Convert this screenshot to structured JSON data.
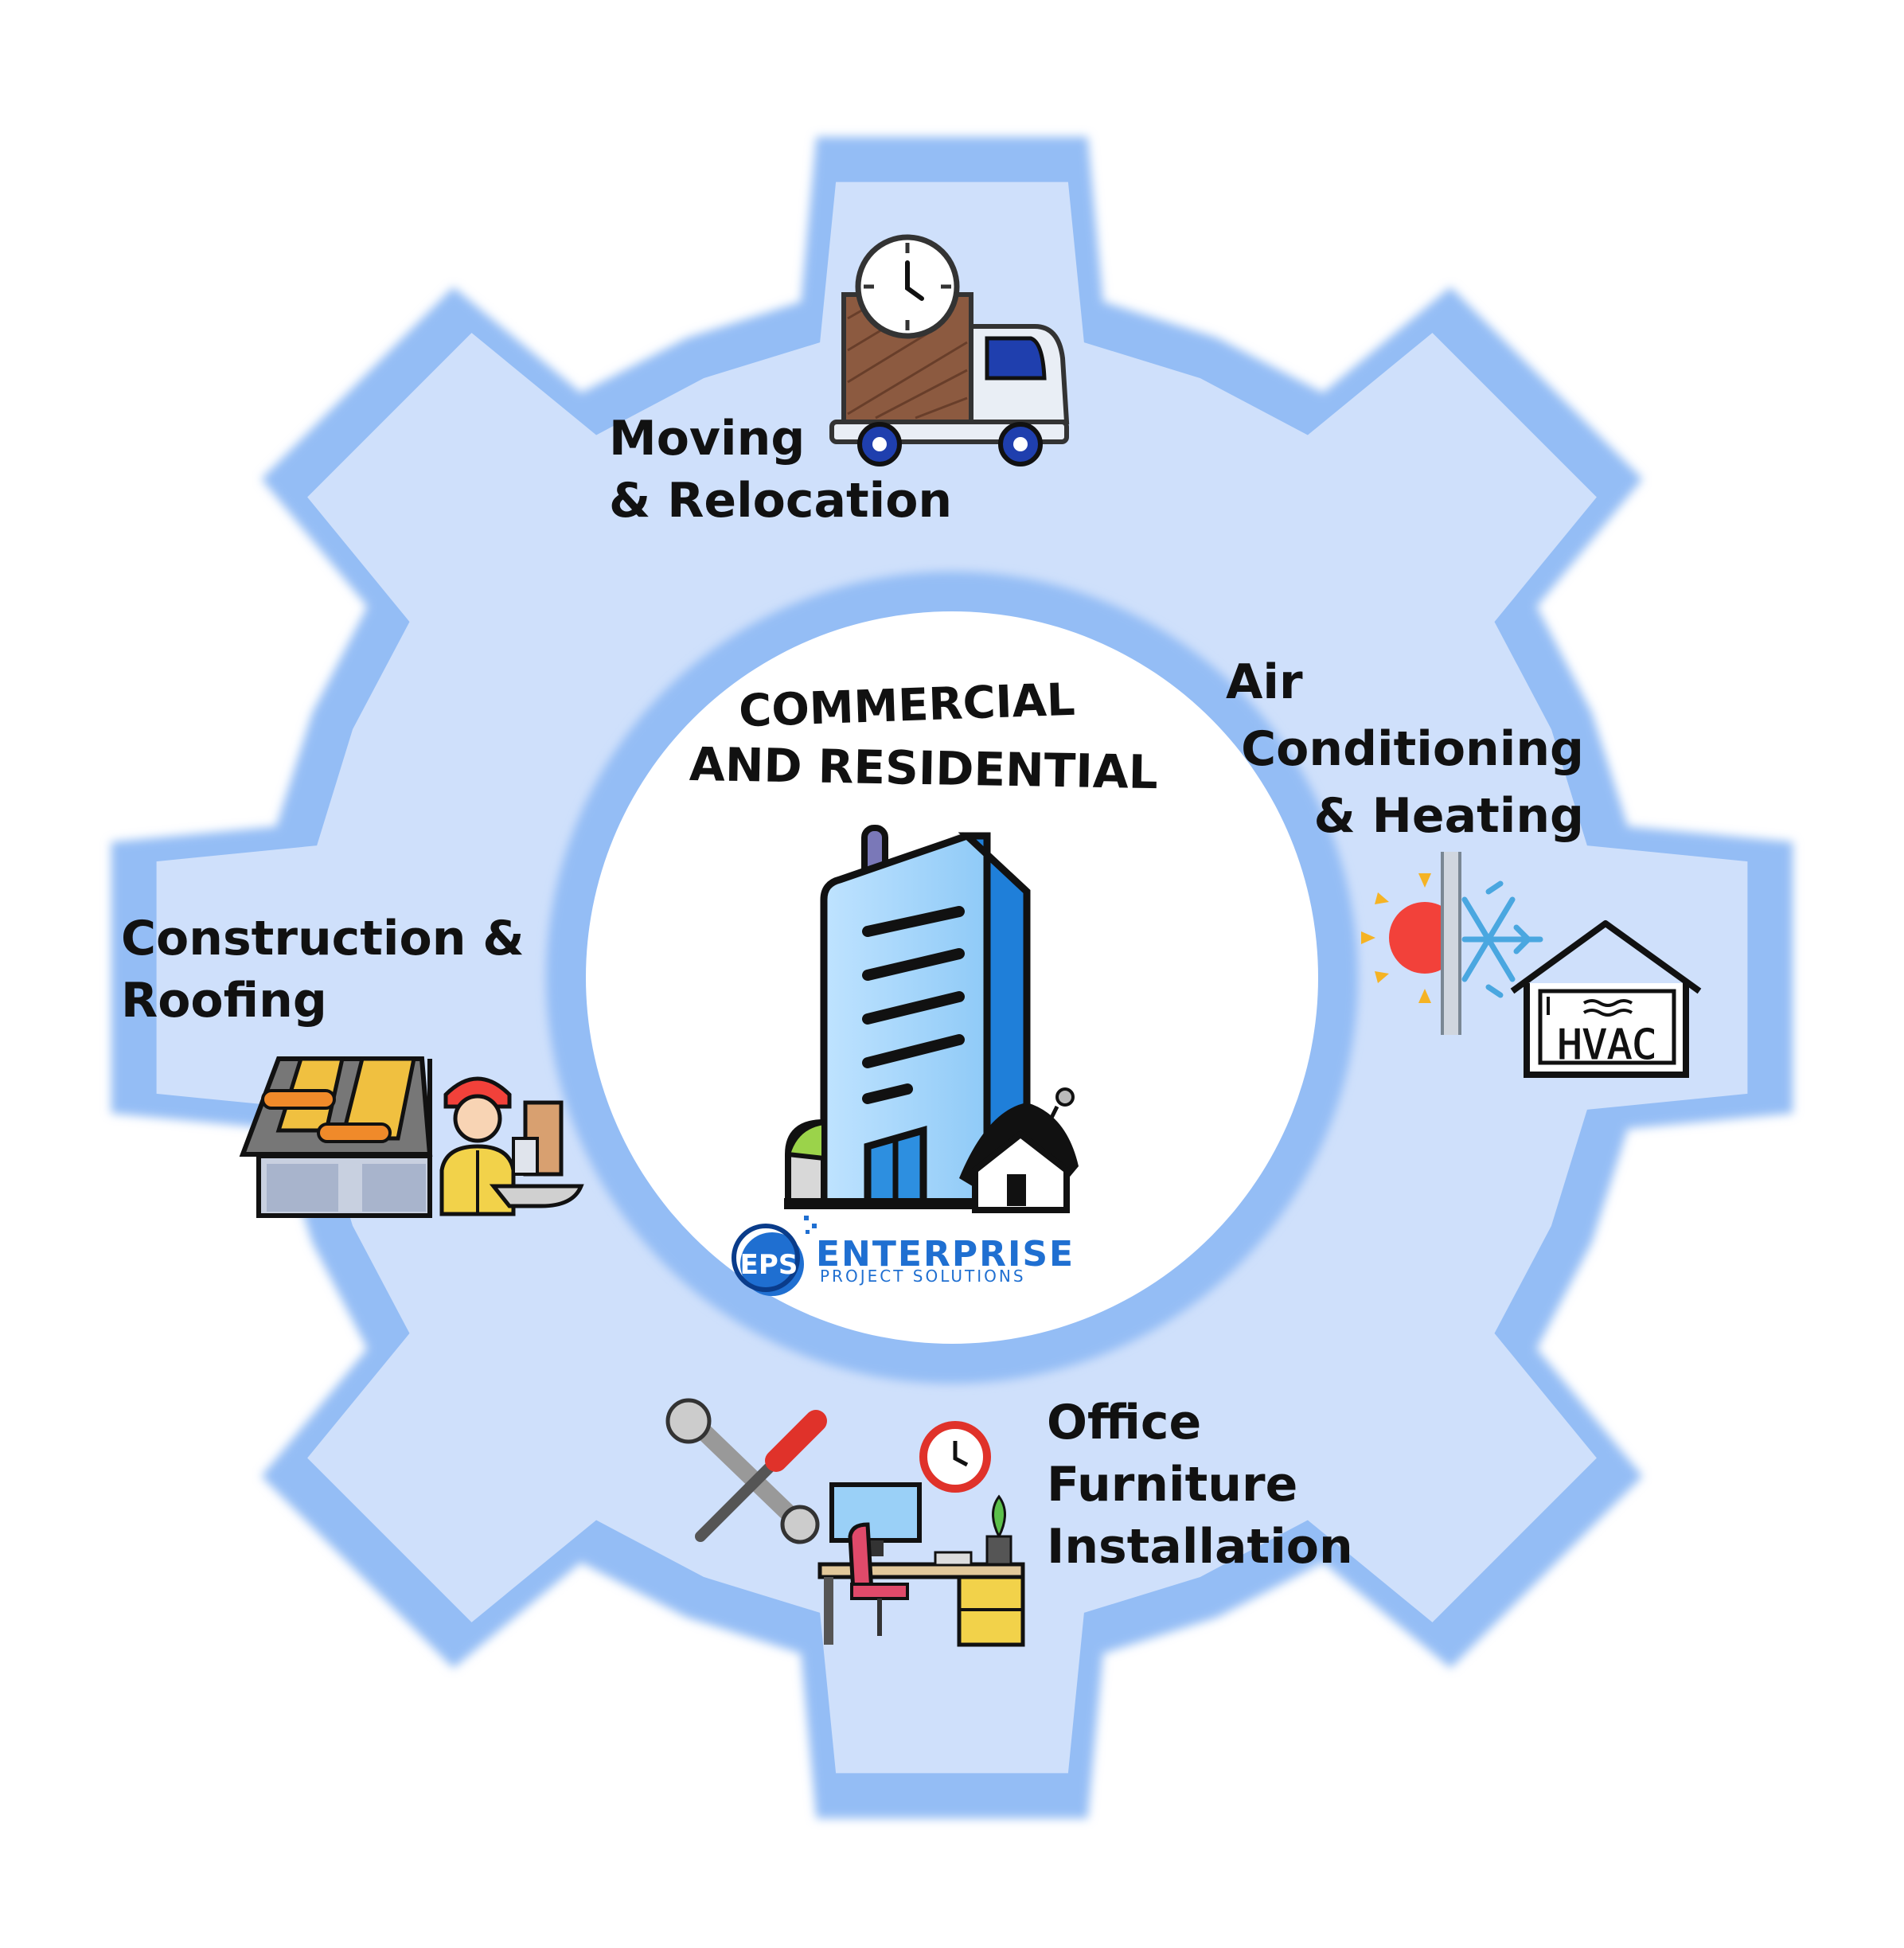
{
  "center": {
    "title_line1": "COMMERCIAL",
    "title_line2": "AND RESIDENTIAL",
    "logo_mark": "EPS",
    "logo_name": "ENTERPRISE",
    "logo_tagline": "PROJECT SOLUTIONS"
  },
  "services": [
    {
      "line1": "Moving",
      "line2": "& Relocation",
      "icon": "moving-truck-clock-icon"
    },
    {
      "line1": "Air",
      "line2": "Conditioning",
      "line3": "& Heating",
      "icon": "hvac-sun-snowflake-icon",
      "icon_text": "HVAC"
    },
    {
      "line1": "Construction &",
      "line2": "Roofing",
      "icon": "construction-roofing-worker-icon"
    },
    {
      "line1": "Office",
      "line2": "Furniture",
      "line3": "Installation",
      "icon": "office-desk-tools-icon"
    }
  ],
  "colors": {
    "gear_fill": "#cfe0fb",
    "gear_outline": "#94bdf5",
    "center": "#ffffff",
    "logo_blue": "#1f6fd1"
  }
}
